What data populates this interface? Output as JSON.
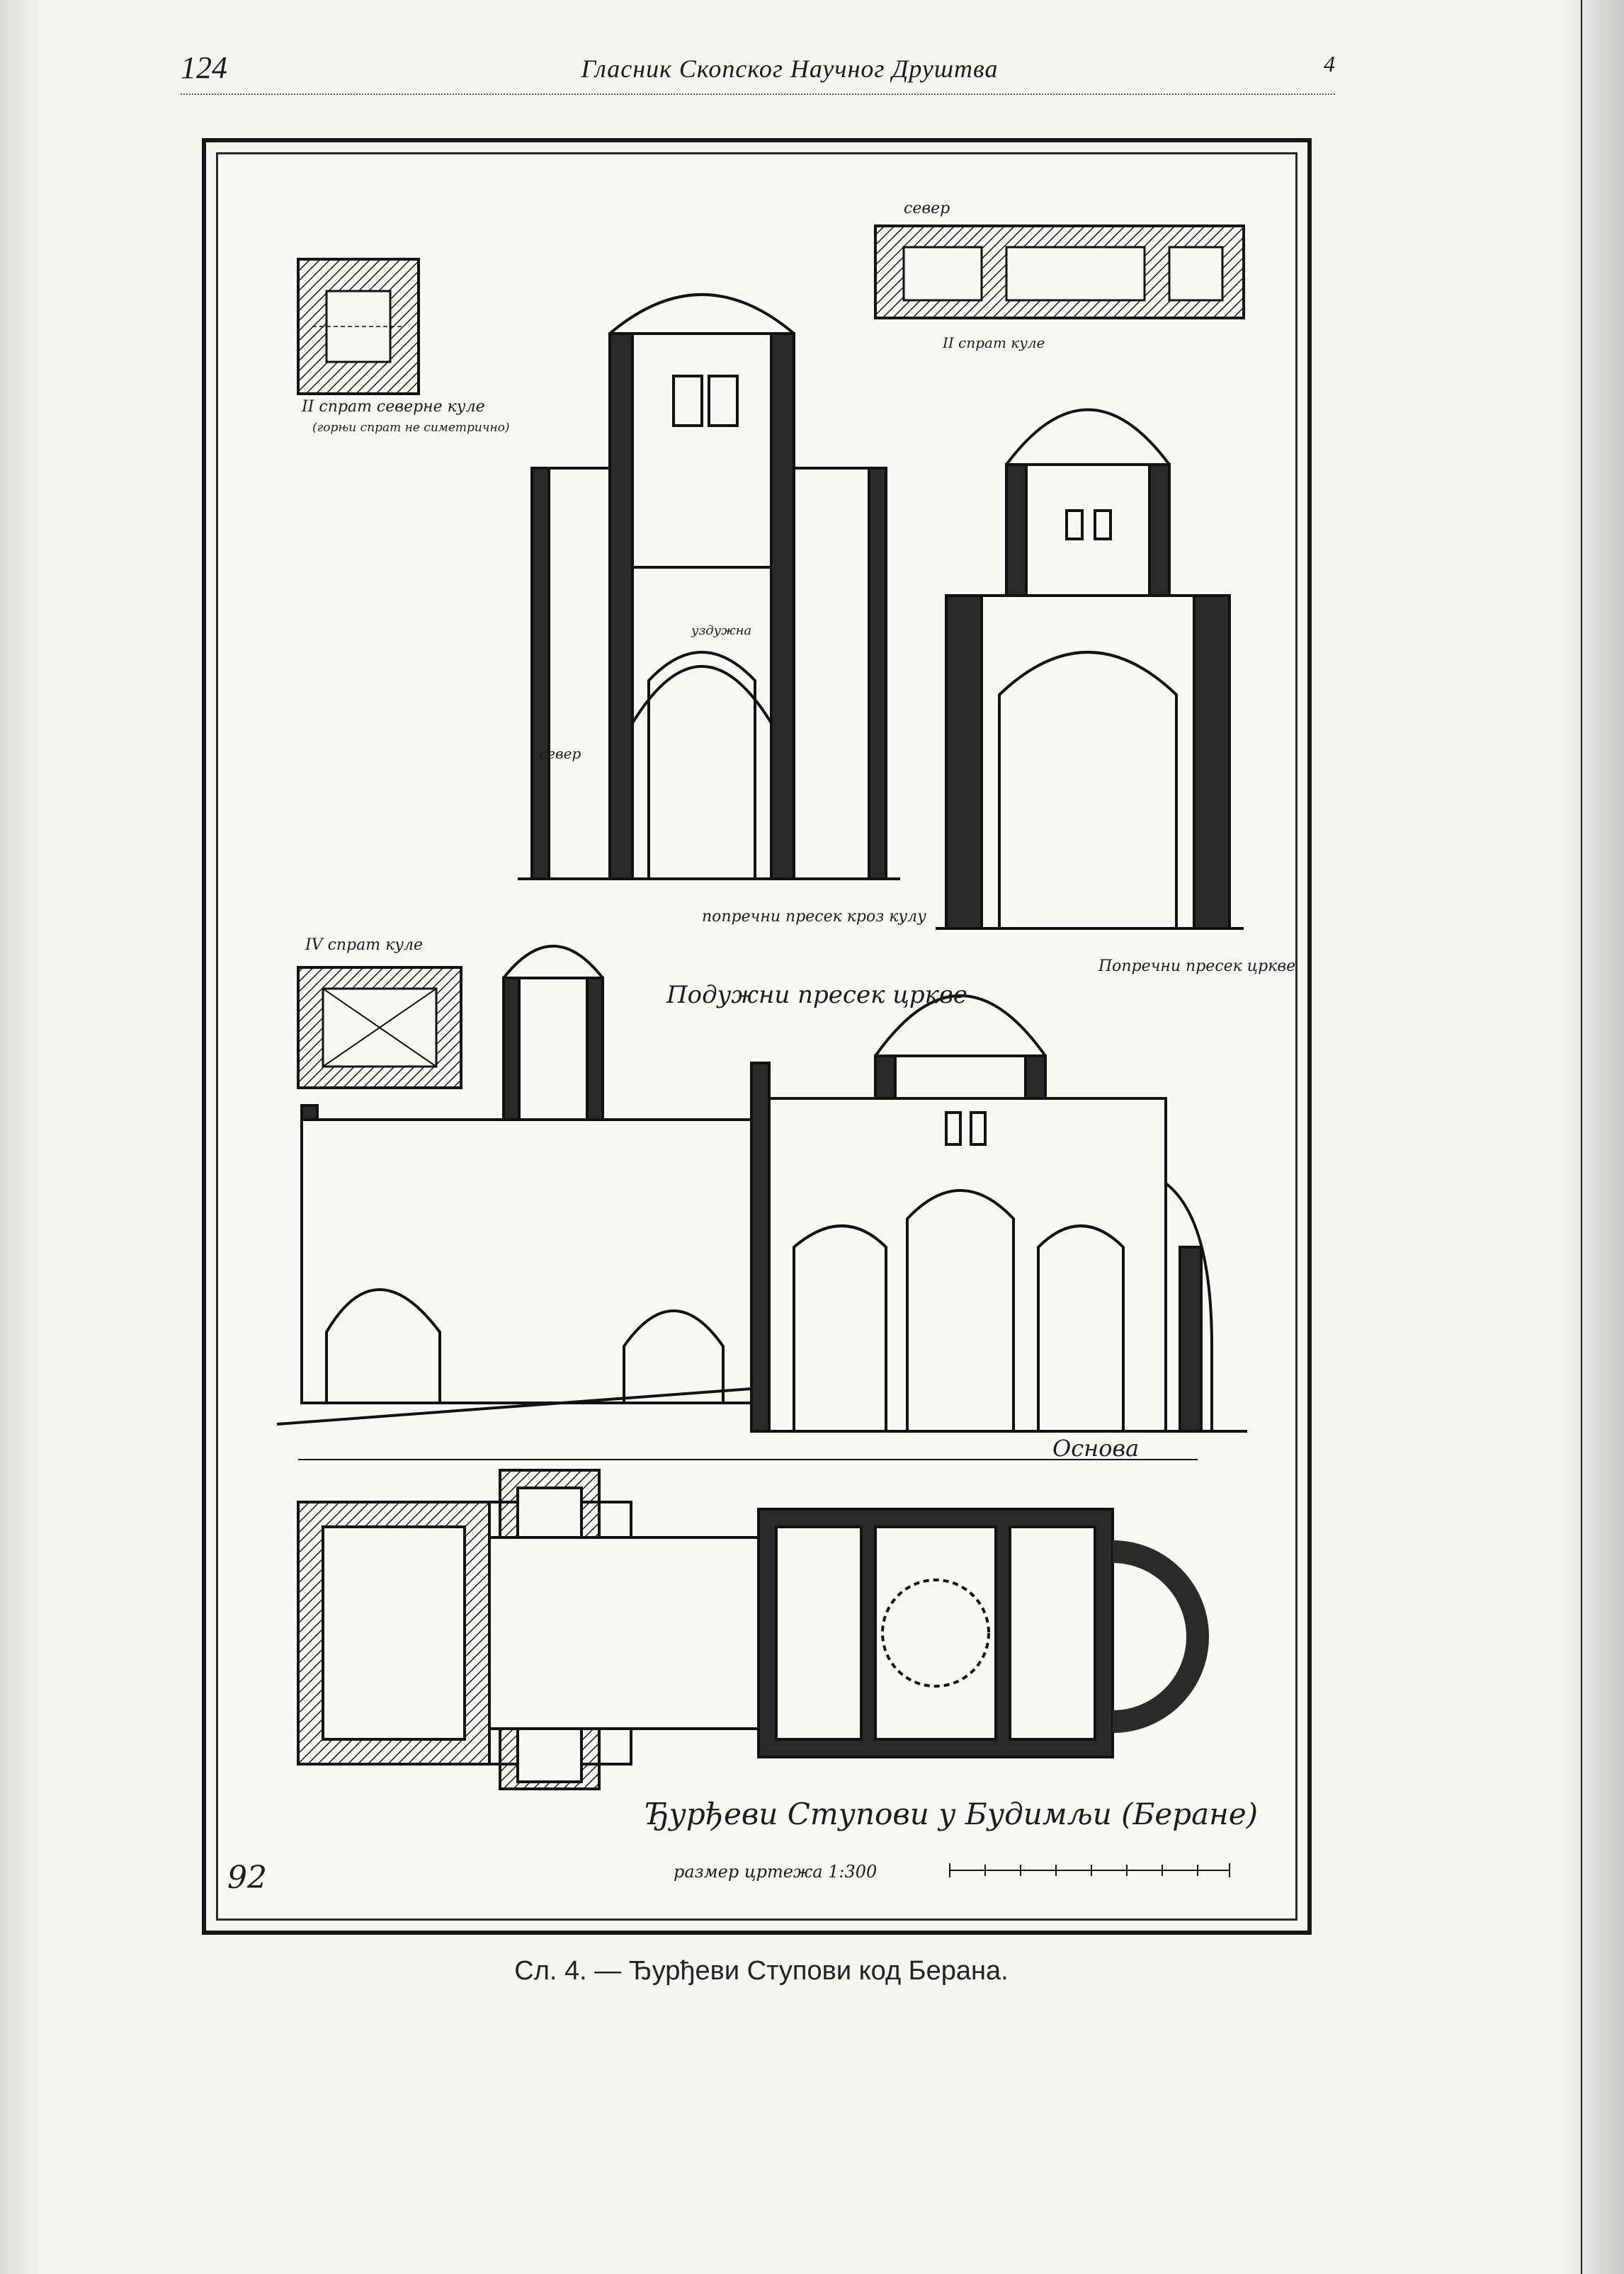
{
  "header": {
    "page_number": "124",
    "running_title": "Гласник Скопског Научног Друштва",
    "issue_number": "4"
  },
  "figure": {
    "plan_titles": {
      "main_title": "Ђурђеви Ступови у Будимљи (Беране)",
      "scale_note": "размер цртежа 1:300",
      "plan_label": "Основа",
      "long_section": "Подужни пресек цркве",
      "cross_section_church": "Попречни пресек цркве",
      "cross_section_tower": "попречни пресек кроз кулу",
      "north_tower_floor2": "II спрат северне куле",
      "north_tower_floor2_note": "(горњи спрат не симетрично)",
      "floor2_label": "II спрат куле",
      "floor4_label": "IV спрат куле",
      "north": "север"
    },
    "signature": "92"
  },
  "caption": "Сл. 4. — Ђурђеви Ступови код Берана.",
  "colors": {
    "paper": "#f4f4f1",
    "ink": "#1a1a1a",
    "wall_fill": "#2a2a2a"
  }
}
